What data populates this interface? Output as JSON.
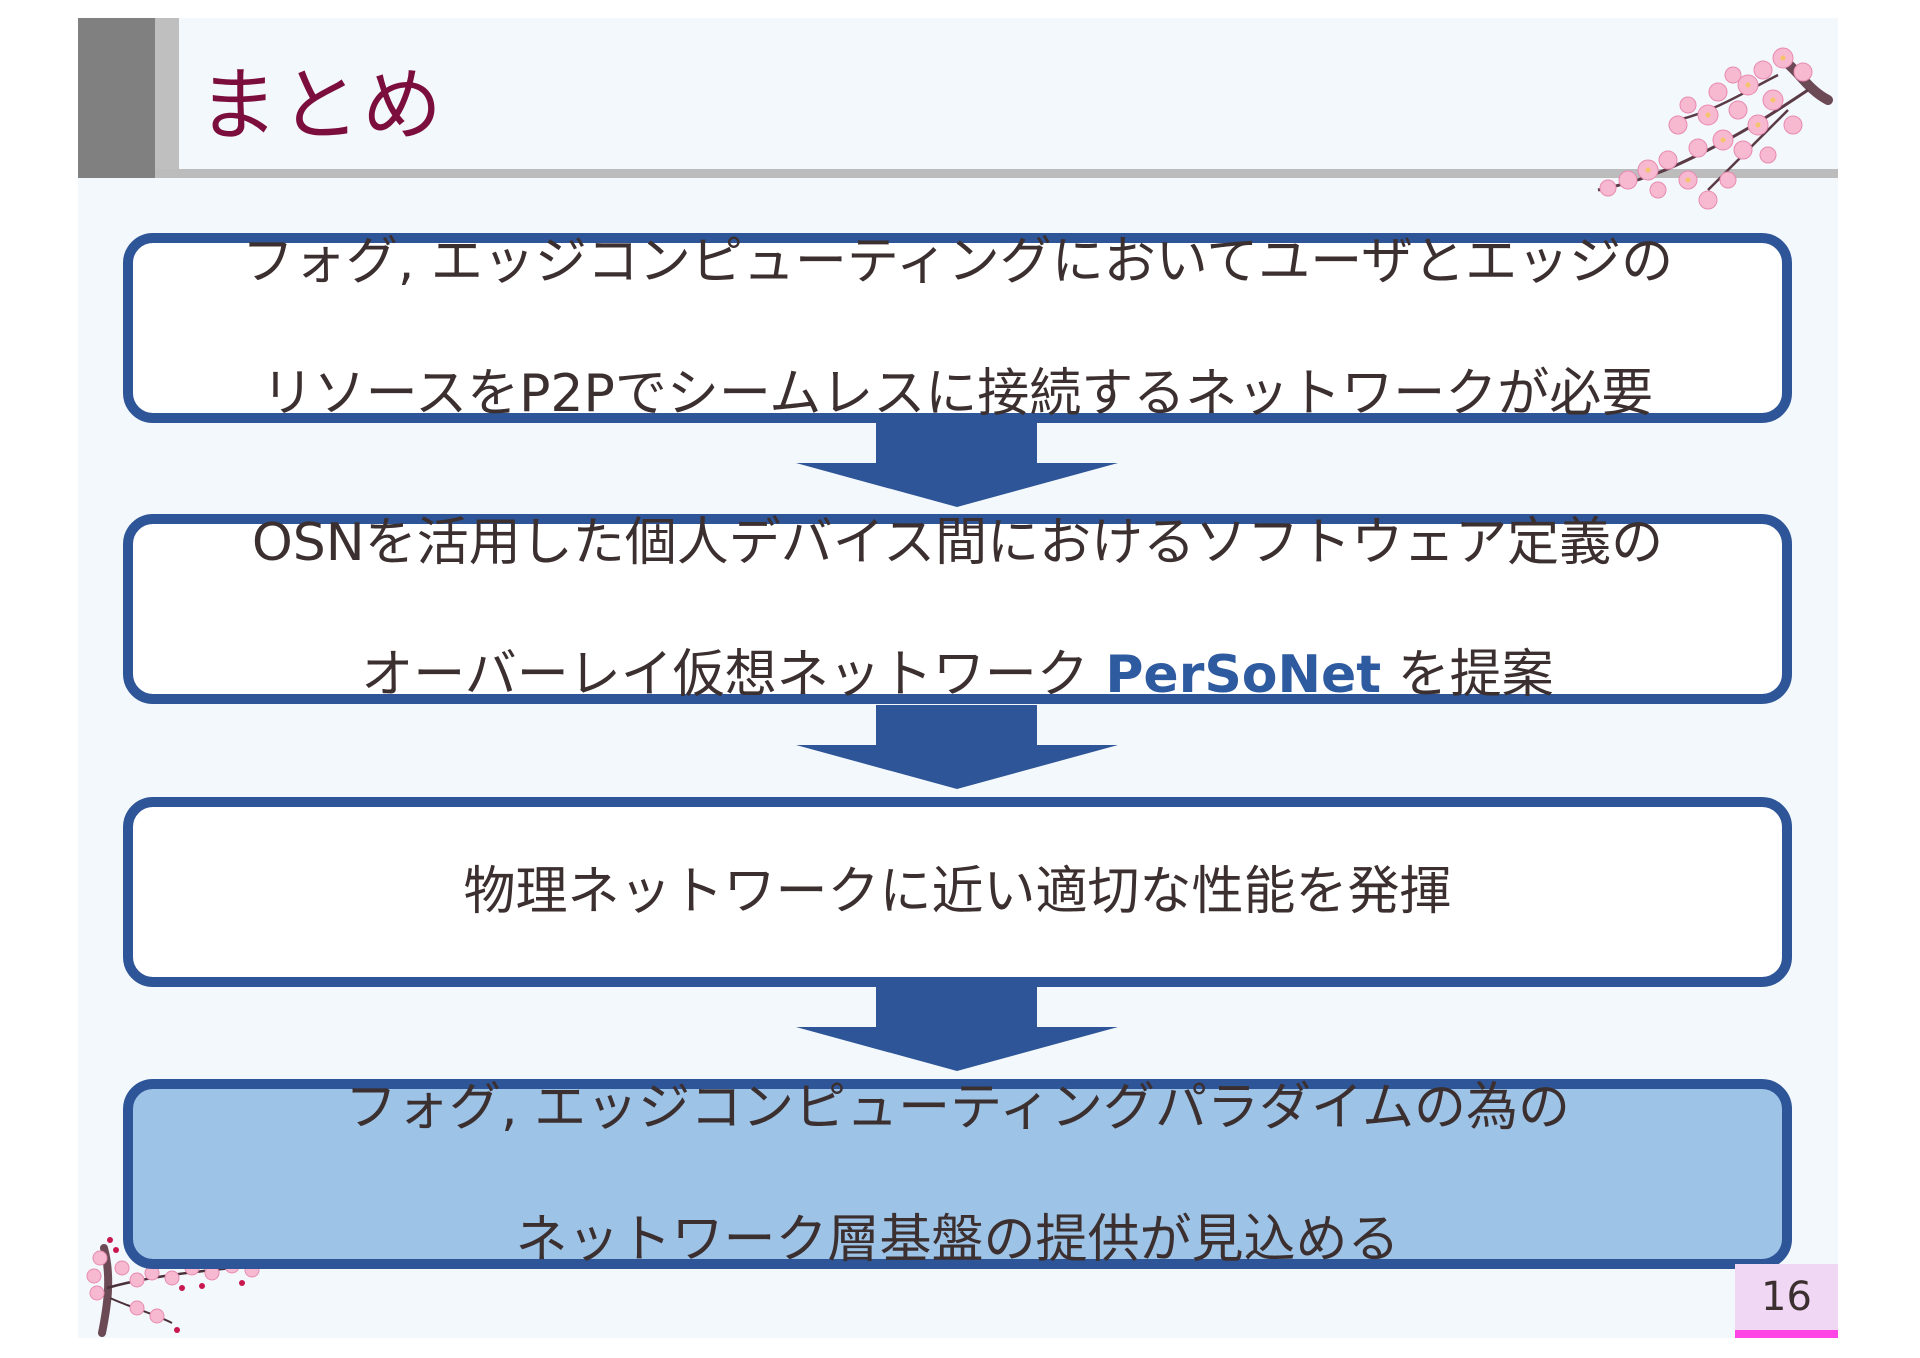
{
  "slide": {
    "title": "まとめ",
    "page_number": "16",
    "colors": {
      "title": "#7b0e3c",
      "box_border": "#2e5597",
      "arrow": "#2e5597",
      "highlight_fill": "#9dc3e6",
      "accent_text": "#2e5aa0",
      "page_box": "#f0d8f5",
      "page_bar": "#ff44e6"
    }
  },
  "flow": {
    "steps": [
      {
        "line1": "フォグ, エッジコンピューティングにおいてユーザとエッジの",
        "line2": "リソースをP2Pでシームレスに接続するネットワークが必要"
      },
      {
        "line1": "OSNを活用した個人デバイス間におけるソフトウェア定義の",
        "line2_prefix": "オーバーレイ仮想ネットワーク ",
        "line2_accent": "PerSoNet",
        "line2_suffix": " を提案"
      },
      {
        "line1": "物理ネットワークに近い適切な性能を発揮"
      },
      {
        "line1": "フォグ, エッジコンピューティングパラダイムの為の",
        "line2": "ネットワーク層基盤の提供が見込める"
      }
    ],
    "arrow_icon": "down-arrow-icon"
  },
  "decorations": {
    "top_right": "cherry-blossom-branch",
    "bottom_left": "plum-blossom-branch"
  }
}
